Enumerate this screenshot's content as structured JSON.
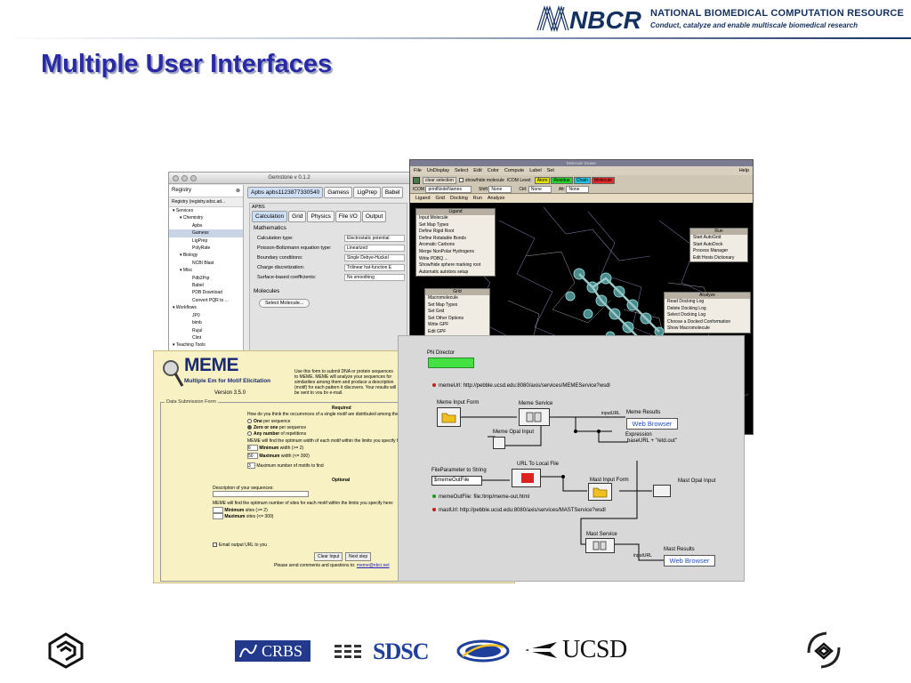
{
  "header": {
    "logo_text": "NBCR",
    "org_name": "NATIONAL BIOMEDICAL COMPUTATION RESOURCE",
    "tagline": "Conduct, catalyze and enable multiscale biomedical research",
    "title": "Multiple User Interfaces"
  },
  "gemstone": {
    "window_title": "Gemstone v 0.1.2",
    "registry_label": "Registry",
    "registry_value": "Registry (registry.sdsc.ad...",
    "tree": [
      {
        "label": "Services",
        "level": 1
      },
      {
        "label": "Chemistry",
        "level": 2
      },
      {
        "label": "Apbs",
        "level": 3
      },
      {
        "label": "Gamess",
        "level": 3,
        "selected": true
      },
      {
        "label": "LigPrep",
        "level": 3
      },
      {
        "label": "PolyRate",
        "level": 3
      },
      {
        "label": "Biology",
        "level": 2
      },
      {
        "label": "NCBI Blast",
        "level": 3
      },
      {
        "label": "Misc",
        "level": 2
      },
      {
        "label": "Pdb2Pqr",
        "level": 3
      },
      {
        "label": "Babel",
        "level": 3
      },
      {
        "label": "PDB Download",
        "level": 3
      },
      {
        "label": "Convert PQR to ...",
        "level": 3
      },
      {
        "label": "Workflows",
        "level": 1
      },
      {
        "label": "JP0",
        "level": 3
      },
      {
        "label": "bimb",
        "level": 3
      },
      {
        "label": "Rujul",
        "level": 3
      },
      {
        "label": "Clint",
        "level": 3
      },
      {
        "label": "Teaching Tools",
        "level": 1
      }
    ],
    "doc_tabs": [
      "Apbs apbs1123877330540",
      "Gamess",
      "LigPrep",
      "Babel"
    ],
    "panel_header": "APBS",
    "sub_tabs": [
      "Calculation",
      "Grid",
      "Physics",
      "File I/O",
      "Output"
    ],
    "section_math": "Mathematics",
    "fields": [
      {
        "label": "Calculation type:",
        "value": "Electrostatic potential"
      },
      {
        "label": "Poisson-Boltzmann equation type:",
        "value": "Linearized"
      },
      {
        "label": "Boundary conditions:",
        "value": "Single Debye-Huckel"
      },
      {
        "label": "Charge discretization:",
        "value": "Trilinear hat-function E"
      },
      {
        "label": "Surface-based coefficients:",
        "value": "No smoothing"
      }
    ],
    "section_mol": "Molecules",
    "select_button": "Select Molecule..."
  },
  "viewer": {
    "window_title": "Molecule Viewer",
    "menu": [
      "File",
      "UnDisplay",
      "Select",
      "Edit",
      "Color",
      "Compute",
      "Label",
      "Set"
    ],
    "help": "Help",
    "clear_selection": "clear selection",
    "show_hide": "show/hide molecule",
    "icom_level": "ICOM Level:",
    "chips": [
      {
        "label": "Atom",
        "color": "#e6e600"
      },
      {
        "label": "Residue",
        "color": "#2ad12a"
      },
      {
        "label": "Chain",
        "color": "#22c4e6"
      },
      {
        "label": "Molecule",
        "color": "#e62a2a"
      }
    ],
    "icom_label": "ICOM",
    "print_nodes": "printNodeNames",
    "shift_label": "Shift",
    "ctrl_label": "Ctrl:",
    "alt_label": "Alt:",
    "none": "None",
    "menu2": [
      "Ligand",
      "Grid",
      "Docking",
      "Run",
      "Analyze"
    ],
    "ligand_title": "Ligand",
    "ligand_items": [
      "Input Molecule",
      "Set Map Types",
      "Define Rigid Root",
      "Define Rotatable Bonds",
      "Aromatic Carbons",
      "Merge NonPolar Hydrogens",
      "Write PDBQ ...",
      "Show/hide sphere marking root",
      "Automatic autotors setup"
    ],
    "grid_title": "Grid",
    "grid_items": [
      "Macromolecule",
      "Set Map Types",
      "Set Grid",
      "Set Other Options",
      "Write GPF",
      "Edit GPF"
    ],
    "run_title": "Run",
    "run_items": [
      "Start AutoGrid",
      "Start AutoDock",
      "Process Manager",
      "Edit Hosts Dictionary"
    ],
    "analyze_title": "Analyze",
    "analyze_items": [
      "Read Docking Log",
      "Delete Docking Log",
      "Select Docking Log",
      "Choose a Docked Conformation",
      "Show Macromolecule"
    ]
  },
  "meme": {
    "logo": "MEME",
    "subtitle": "Multiple Em for Motif Elicitation",
    "version": "Version 3.5.0",
    "description": "Use this form to submit DNA or protein sequences to MEME. MEME will analyze your sequences for similarities among them and produce a description (motif) for each pattern it discovers. Your results will be sent to you by e-mail.",
    "section": "Data Submission Form",
    "required": "Required",
    "question": "How do you think the occurrences of a single motif are distributed among the sequences?",
    "opt_one": "One",
    "opt_one_rest": " per sequence",
    "opt_zero": "Zero or one",
    "opt_zero_rest": " per sequence",
    "opt_any": "Any number",
    "opt_any_rest": " of repetitions",
    "width_q": "MEME will find the optimum width of each motif within the limits you specify here:",
    "min_w_val": "6",
    "min_w_label": "Minimum",
    "min_w_rest": " width (>= 2)",
    "max_w_val": "50",
    "max_w_label": "Maximum",
    "max_w_rest": " width (<= 300)",
    "nmotif_val": "3",
    "nmotif_label": "Maximum number of motifs to find",
    "optional": "Optional",
    "desc_label": "Description of your sequences:",
    "sites_q": "MEME will find the optimum number of sites for each motif within the limits you specify here:",
    "min_sites": "Minimum",
    "min_sites_rest": " sites (>= 2)",
    "max_sites": "Maximum",
    "max_sites_rest": " sites (<= 300)",
    "email_url": "Email output URL to you",
    "clear_btn": "Clear Input",
    "next_btn": "Next step",
    "footer": "Please send comments and questions to: ",
    "footer_mail": "meme@nbcr.net"
  },
  "workflow": {
    "pn_director": "PN Director",
    "meme_url": "memeUrl: http://pebble.ucsd.edu:8080/axis/services/MEMEService?wsdl",
    "meme_input_form": "Meme Input Form",
    "meme_service": "Meme Service",
    "meme_results": "Meme Results",
    "browser": "Web Browser",
    "input_url": "inputURL",
    "input_url2": "inputURL",
    "meme_opal_input": "Meme Opal Input",
    "expression": "Expression",
    "expression_value": "baseURL + \"/etd.out\"",
    "file_param": "FileParameter to String",
    "meme_out_file": "$memeOutFile",
    "url_to_local": "URL To Local File",
    "mast_input_form": "Mast Input Form",
    "mast_opal_input": "Mast Opal Input",
    "meme_out_file_param": "memeOutFile: file:/tmp/meme-out.html",
    "mast_url": "mastUrl: http://pebble.ucsd.edu:8080/axis/services/MASTService?wsdl",
    "mast_service": "Mast Service",
    "mast_results": "Mast Results",
    "browser2": "Web Browser"
  },
  "footer": {
    "crbs": "CRBS",
    "sdsc": "SDSC",
    "ucsd": "UCSD"
  },
  "colors": {
    "title": "#2a2aa6",
    "nbcr_navy": "#14305e",
    "director_green": "#44e044",
    "url_to_local_red": "#dd2020"
  }
}
